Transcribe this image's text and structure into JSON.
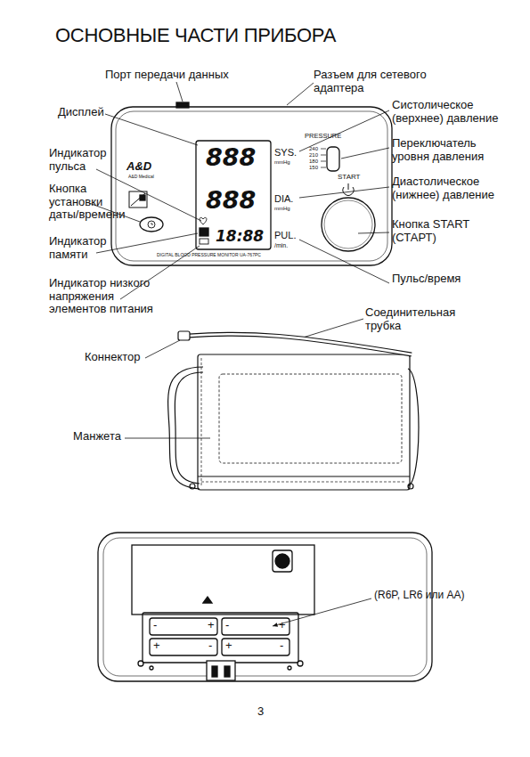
{
  "diagram": {
    "title": "ОСНОВНЫЕ ЧАСТИ ПРИБОРА",
    "labels": [
      "Порт передачи данных",
      "Разъем для сетевого адаптера",
      "Дисплей",
      "Систолическое (верхнее) давление",
      "Индикатор пульса",
      "Переключатель уровня давления",
      "Кнопка установки даты/времени",
      "Диастолическое (нижнее) давление",
      "Индикатор памяти",
      "Кнопка START (СТАРТ)",
      "Индикатор низкого напряжения элементов питания",
      "Пульс/время",
      "Соединительная трубка",
      "Коннектор",
      "Манжета",
      "(R6P, LR6 или AA)",
      "3",
      "888",
      "SYS.",
      "mmHg",
      "888",
      "DIA.",
      "mmHg",
      "18:88",
      "PUL.",
      "/min.",
      "PRESSURE",
      "240",
      "210",
      "180",
      "150",
      "START",
      "A&D",
      "A&D Medical",
      "DIGITAL BLOOD PRESSURE MONITOR UA-767PC",
      "-",
      "+",
      "-",
      "+",
      "+",
      "-",
      "+",
      "-"
    ]
  }
}
